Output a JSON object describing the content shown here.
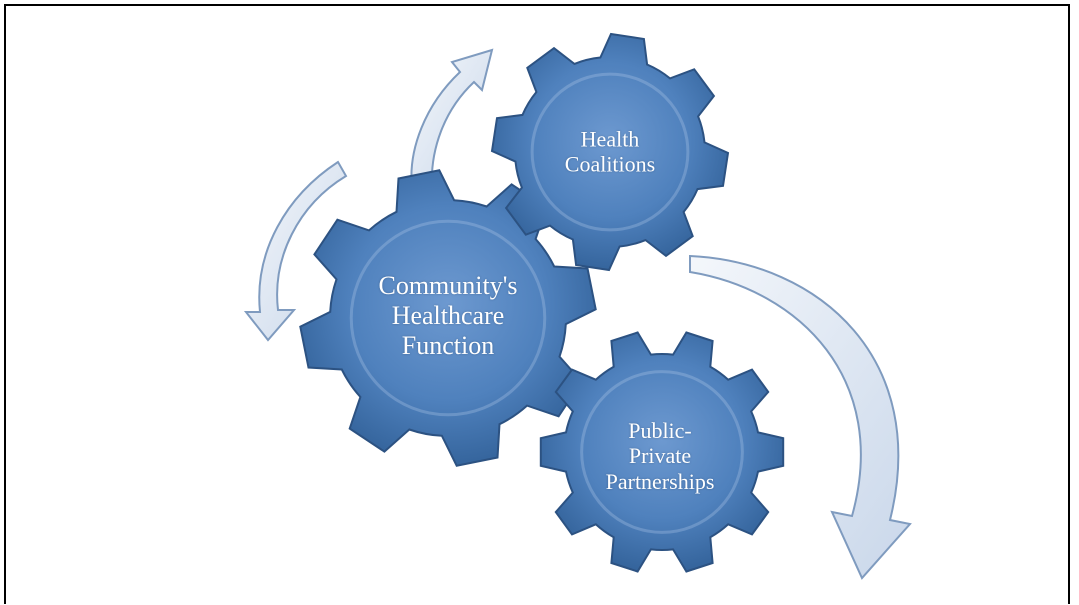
{
  "diagram": {
    "gears": [
      {
        "id": "main",
        "label": "Community's Healthcare Function"
      },
      {
        "id": "top",
        "label": "Health Coalitions"
      },
      {
        "id": "bottom",
        "label": "Public-Private Partnerships"
      }
    ],
    "labels": {
      "main_line1": "Community's",
      "main_line2": "Healthcare",
      "main_line3": "Function",
      "top_line1": "Health",
      "top_line2": "Coalitions",
      "bottom_line1": "Public-",
      "bottom_line2": "Private",
      "bottom_line3": "Partnerships"
    },
    "colors": {
      "gear_fill": "#4f81bd",
      "gear_dark": "#2c5282",
      "gear_light": "#a9c4e4",
      "arrow_fill": "#dfe8f4",
      "arrow_stroke": "#7f9bbf"
    }
  }
}
